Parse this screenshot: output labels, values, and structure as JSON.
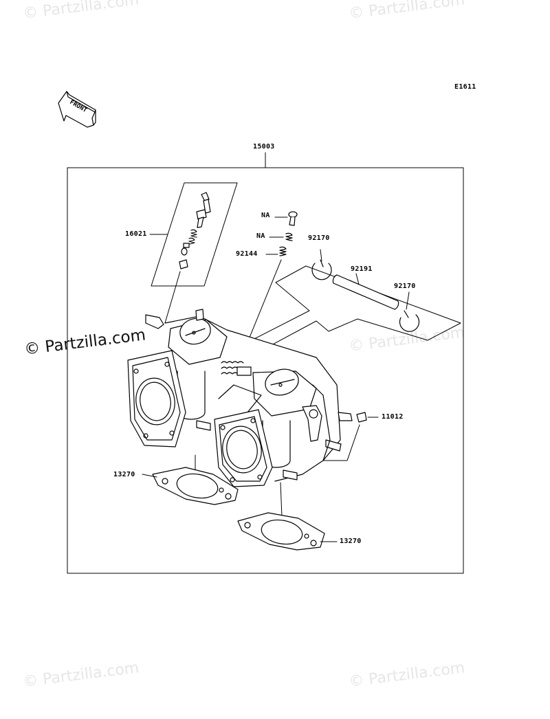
{
  "diagram": {
    "code": "E1611",
    "front_arrow": "FRONT",
    "assembly_part": "15003",
    "parts": {
      "p16021": "16021",
      "na_top": "NA",
      "na_mid": "NA",
      "p92144": "92144",
      "p92170_left": "92170",
      "p92191": "92191",
      "p92170_right": "92170",
      "p11012": "11012",
      "p13270_left": "13270",
      "p13270_right": "13270"
    }
  },
  "watermarks": {
    "main": "© Partzilla.com",
    "faint": "© Partzilla.com"
  },
  "colors": {
    "line": "#000000",
    "watermark_faint": "#e6e6e6",
    "background": "#ffffff"
  }
}
